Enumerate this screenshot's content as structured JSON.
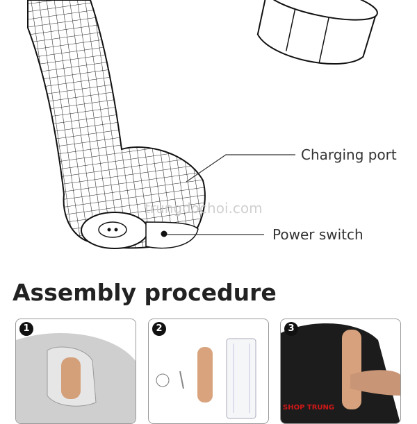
{
  "diagram": {
    "labels": {
      "charging_port": "Charging port",
      "power_switch": "Power switch"
    },
    "watermark": "trungdochoi.com"
  },
  "assembly": {
    "title": "Assembly procedure",
    "steps": [
      {
        "number": "1"
      },
      {
        "number": "2"
      },
      {
        "number": "3",
        "overlay_text": "SHOP TRUNG"
      }
    ]
  }
}
